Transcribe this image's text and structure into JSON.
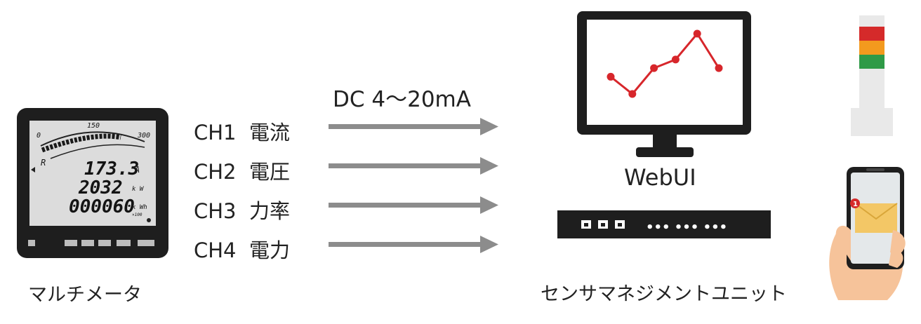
{
  "multimeter": {
    "label": "マルチメータ",
    "display": {
      "scale_min": "0",
      "scale_mid": "150",
      "scale_max": "300",
      "phase": "R",
      "reading_1": "173.3",
      "unit_1": "A",
      "reading_2": "2032",
      "unit_2": "k W",
      "reading_3": "000060",
      "unit_3": "k Wh",
      "multiplier": "×100"
    }
  },
  "signal": {
    "label": "DC 4～20mA"
  },
  "channels": [
    {
      "id": "CH1",
      "name": "電流"
    },
    {
      "id": "CH2",
      "name": "電圧"
    },
    {
      "id": "CH3",
      "name": "力率"
    },
    {
      "id": "CH4",
      "name": "電力"
    }
  ],
  "webui": {
    "label": "WebUI"
  },
  "sensor_unit": {
    "label": "センサマネジメントユニット",
    "port_dots": "••• ••• •••"
  },
  "phone": {
    "notification_badge": "1"
  },
  "colors": {
    "arrow": "#8c8c8c",
    "chart_line": "#d7262b",
    "lamp_red": "#d52a2a",
    "lamp_orange": "#f39a1e",
    "lamp_green": "#2f9a47",
    "device_dark": "#1e1e1e"
  },
  "chart_data": {
    "type": "line",
    "values": [
      4,
      2,
      5,
      6,
      9,
      5
    ]
  }
}
